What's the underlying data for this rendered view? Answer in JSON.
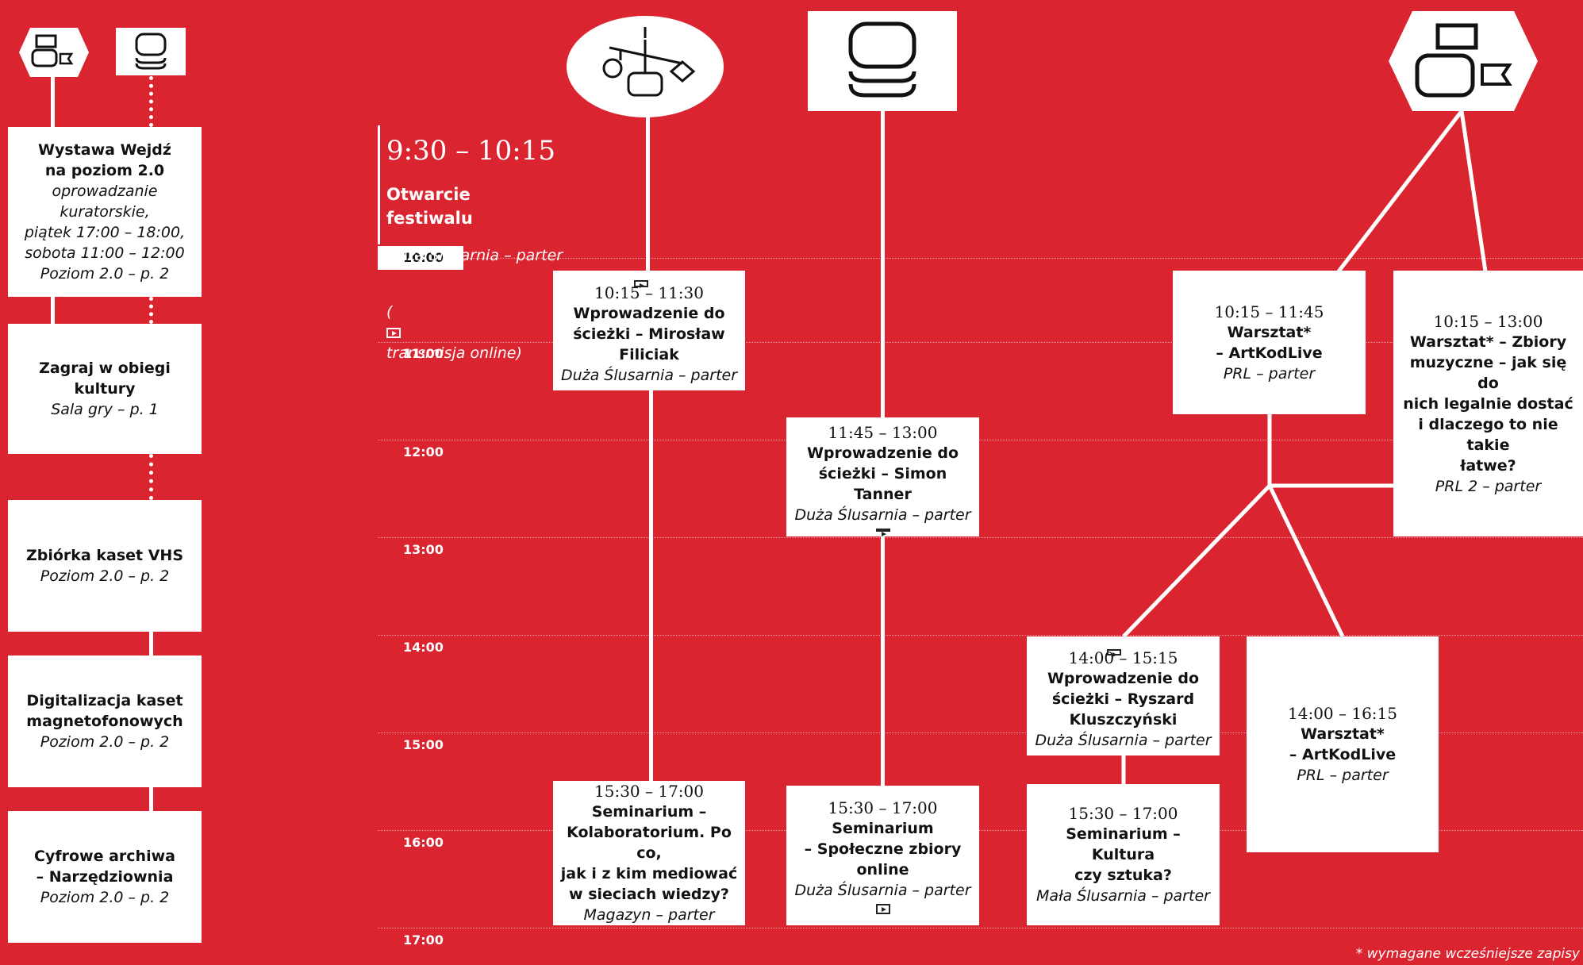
{
  "left_column": {
    "items": [
      {
        "title": "Wystawa Wejdź\nna poziom 2.0",
        "desc": "oprowadzanie\nkuratorskie,\npiątek 17:00 – 18:00,\nsobota 11:00 – 12:00",
        "place": "Poziom 2.0 – p. 2"
      },
      {
        "title": "Zagraj w obiegi\nkultury",
        "place": "Sala gry – p. 1"
      },
      {
        "title": "Zbiórka kaset VHS",
        "place": "Poziom 2.0 – p. 2"
      },
      {
        "title": "Digitalizacja kaset\nmagnetofonowych",
        "place": "Poziom 2.0 – p. 2"
      },
      {
        "title": "Cyfrowe archiwa\n– Narzędziownia",
        "place": "Poziom 2.0 – p. 2"
      }
    ]
  },
  "opening": {
    "time": "9:30 – 10:15",
    "title": "Otwarcie\nfestiwalu",
    "place": "Duża Ślusarnia – parter",
    "online_open": "(",
    "online": "transmisja online)"
  },
  "hours": [
    "10:00",
    "11:00",
    "12:00",
    "13:00",
    "14:00",
    "15:00",
    "16:00",
    "17:00"
  ],
  "col1": {
    "ev1": {
      "time": "10:15 – 11:30",
      "title": "Wprowadzenie do\nścieżki – Mirosław\nFiliciak",
      "place": "Duża Ślusarnia – parter"
    },
    "ev2": {
      "time": "15:30 – 17:00",
      "title": "Seminarium –\nKolaboratorium. Po co,\njak i z kim mediować\nw sieciach wiedzy?",
      "place": "Magazyn – parter"
    }
  },
  "col2": {
    "ev1": {
      "time": "11:45 – 13:00",
      "title": "Wprowadzenie do\nścieżki – Simon Tanner",
      "place": "Duża Ślusarnia – parter"
    },
    "ev2": {
      "time": "15:30 – 17:00",
      "title": "Seminarium\n– Społeczne zbiory\nonline",
      "place": "Duża Ślusarnia – parter"
    }
  },
  "col3": {
    "ws1": {
      "time": "10:15 – 11:45",
      "title": "Warsztat*\n– ArtKodLive",
      "place": "PRL – parter"
    },
    "ws2": {
      "time": "10:15 – 13:00",
      "title": "Warsztat* – Zbiory\nmuzyczne – jak się do\nnich legalnie dostać\ni dlaczego to nie takie\nłatwe?",
      "place": "PRL 2 – parter"
    },
    "ev3": {
      "time": "14:00 – 15:15",
      "title": "Wprowadzenie do\nścieżki – Ryszard\nKluszczyński",
      "place": "Duża Ślusarnia – parter"
    },
    "ws3": {
      "time": "14:00 – 16:15",
      "title": "Warsztat*\n– ArtKodLive",
      "place": "PRL – parter"
    },
    "ev4": {
      "time": "15:30 – 17:00",
      "title": "Seminarium – Kultura\nczy sztuka?",
      "place": "Mała Ślusarnia – parter"
    }
  },
  "footnote": "* wymagane wcześniejsze zapisy",
  "colors": {
    "background": "#da2430",
    "box": "#ffffff",
    "text": "#111111"
  }
}
